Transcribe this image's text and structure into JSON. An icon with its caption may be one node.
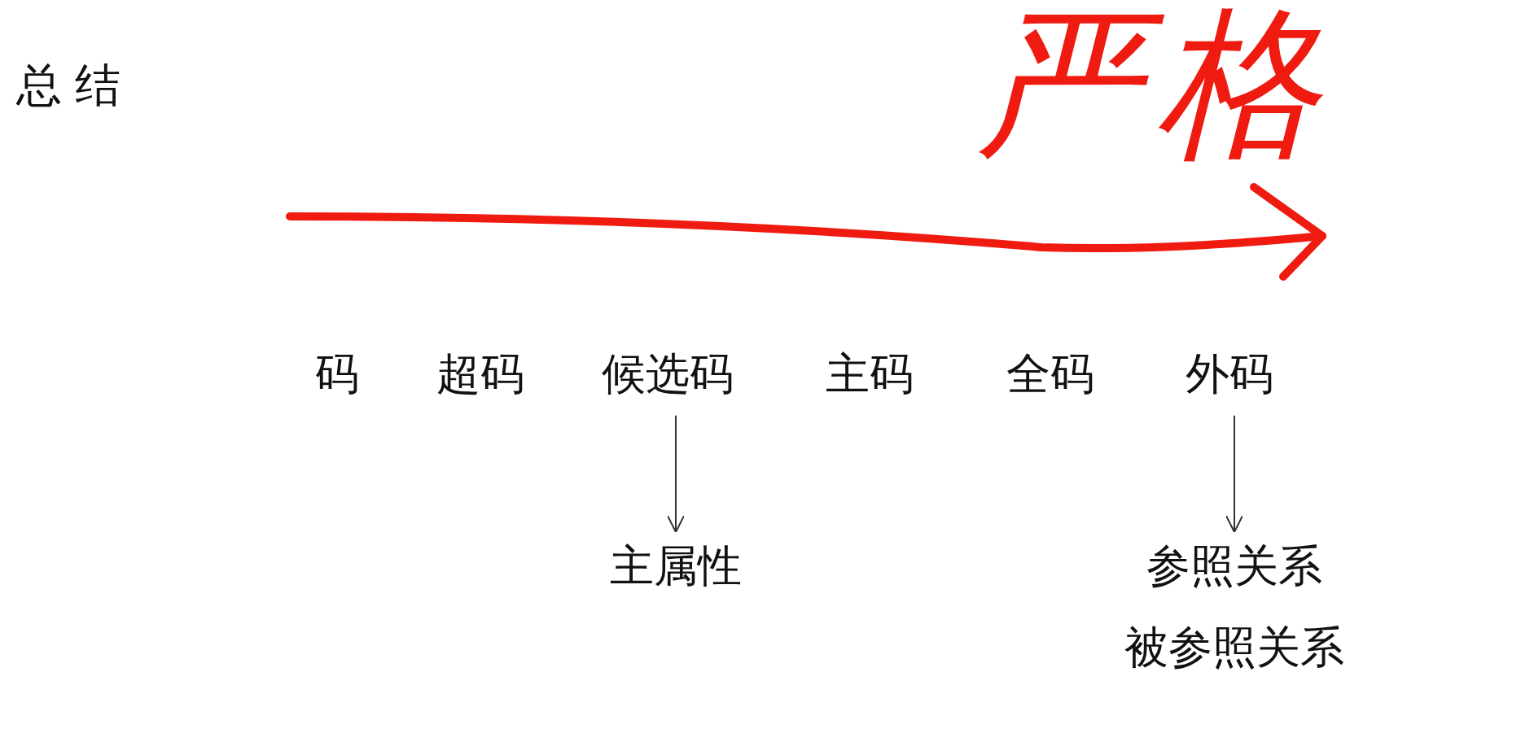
{
  "diagram": {
    "title": "总结",
    "nodes": [
      {
        "text": [
          "码"
        ]
      },
      {
        "text": [
          "超码"
        ]
      },
      {
        "text": [
          "候选码"
        ]
      },
      {
        "text": [
          "主码"
        ]
      },
      {
        "text": [
          "全码"
        ]
      },
      {
        "text": [
          "外码"
        ]
      },
      {
        "text": [
          "主属性"
        ]
      },
      {
        "text": [
          "参照关系",
          "被参照关系"
        ]
      }
    ],
    "edges": [
      {
        "from": 2,
        "to": 6,
        "arrow": "to"
      },
      {
        "from": 5,
        "to": 7,
        "arrow": "to"
      }
    ],
    "labels": [
      "严格"
    ]
  }
}
